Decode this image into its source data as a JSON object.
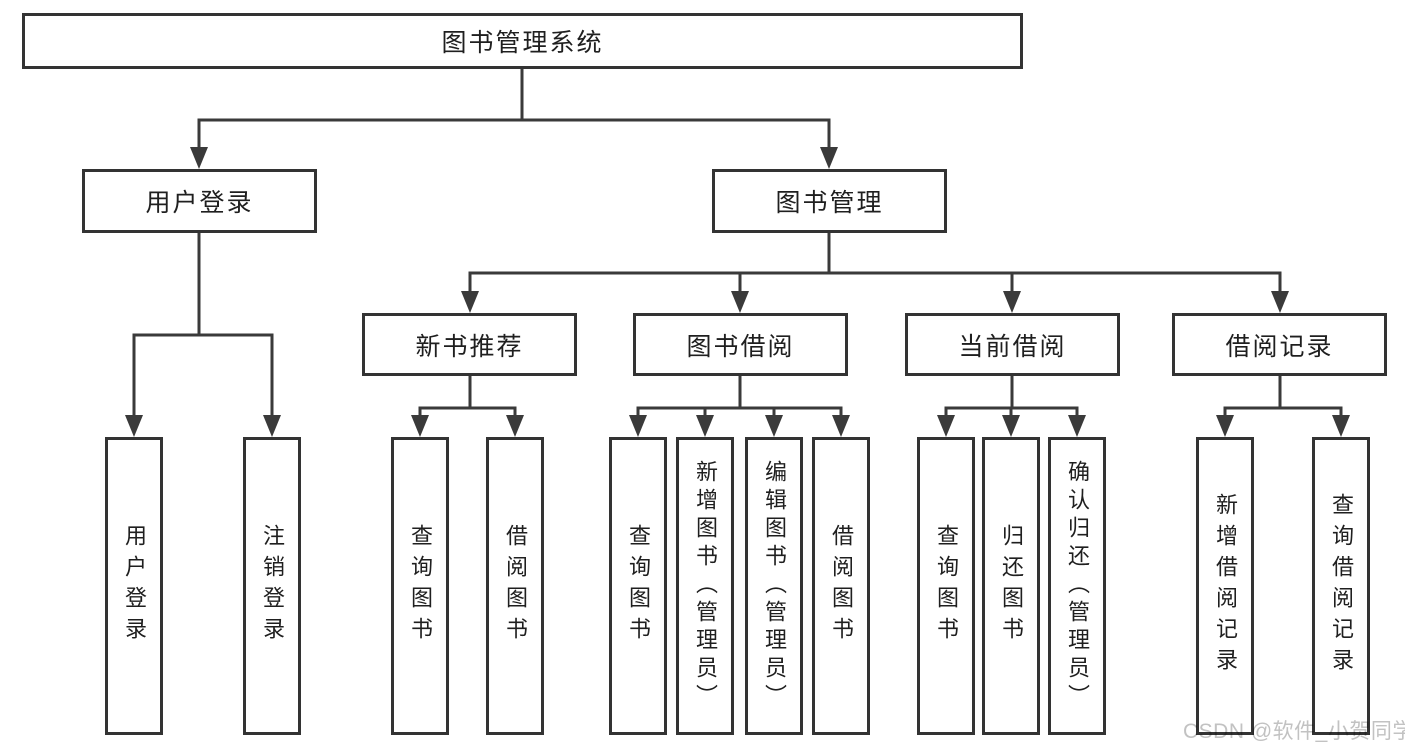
{
  "colors": {
    "line": "#3a3a3a",
    "box_border": "#333333",
    "text": "#1f1f1f",
    "background": "#ffffff",
    "watermark": "#c2c2c2"
  },
  "watermark": {
    "text": "CSDN @软件_小贺同学"
  },
  "tree": {
    "label": "图书管理系统",
    "children": [
      {
        "label": "用户登录",
        "children": [
          {
            "label": "用户登录"
          },
          {
            "label": "注销登录"
          }
        ]
      },
      {
        "label": "图书管理",
        "children": [
          {
            "label": "新书推荐",
            "children": [
              {
                "label": "查询图书"
              },
              {
                "label": "借阅图书"
              }
            ]
          },
          {
            "label": "图书借阅",
            "children": [
              {
                "label": "查询图书"
              },
              {
                "label": "新增图书（管理员）"
              },
              {
                "label": "编辑图书（管理员）"
              },
              {
                "label": "借阅图书"
              }
            ]
          },
          {
            "label": "当前借阅",
            "children": [
              {
                "label": "查询图书"
              },
              {
                "label": "归还图书"
              },
              {
                "label": "确认归还（管理员）"
              }
            ]
          },
          {
            "label": "借阅记录",
            "children": [
              {
                "label": "新增借阅记录"
              },
              {
                "label": "查询借阅记录"
              }
            ]
          }
        ]
      }
    ]
  }
}
